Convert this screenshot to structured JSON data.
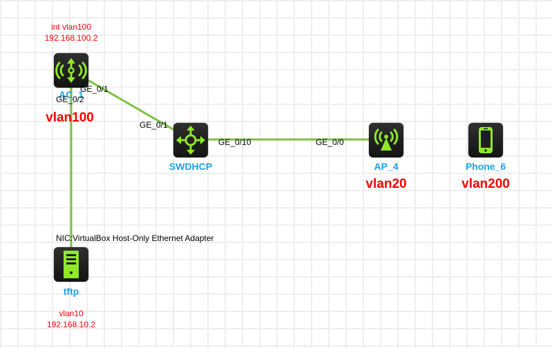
{
  "devices": [
    {
      "id": "ac1",
      "name": "AC_1",
      "icon": "wireless-controller-icon",
      "vlan": "vlan100",
      "notes": [
        "int vlan100",
        "192.168.100.2"
      ]
    },
    {
      "id": "swdhcp",
      "name": "SWDHCP",
      "icon": "switch-icon"
    },
    {
      "id": "ap4",
      "name": "AP_4",
      "icon": "access-point-icon",
      "vlan": "vlan20"
    },
    {
      "id": "phone6",
      "name": "Phone_6",
      "icon": "phone-icon",
      "vlan": "vlan200"
    },
    {
      "id": "tftp",
      "name": "tftp",
      "icon": "server-icon",
      "nic": "NIC:VirtualBox Host-Only Ethernet Adapter",
      "notes": [
        "vlan10",
        "192.168.10.2"
      ]
    }
  ],
  "links": [
    {
      "from": "ac1",
      "to": "swdhcp",
      "from_port": "GE_0/1",
      "to_port": "GE_0/1"
    },
    {
      "from": "swdhcp",
      "to": "ap4",
      "from_port": "GE_0/10",
      "to_port": "GE_0/0"
    },
    {
      "from": "ac1",
      "to": "tftp",
      "from_port": "GE_0/2",
      "to_port": ""
    }
  ],
  "colors": {
    "link": "#7dc142",
    "icon_green": "#8fe82a",
    "label_blue": "#1aa3e8",
    "annotation_red": "#ff0000"
  }
}
